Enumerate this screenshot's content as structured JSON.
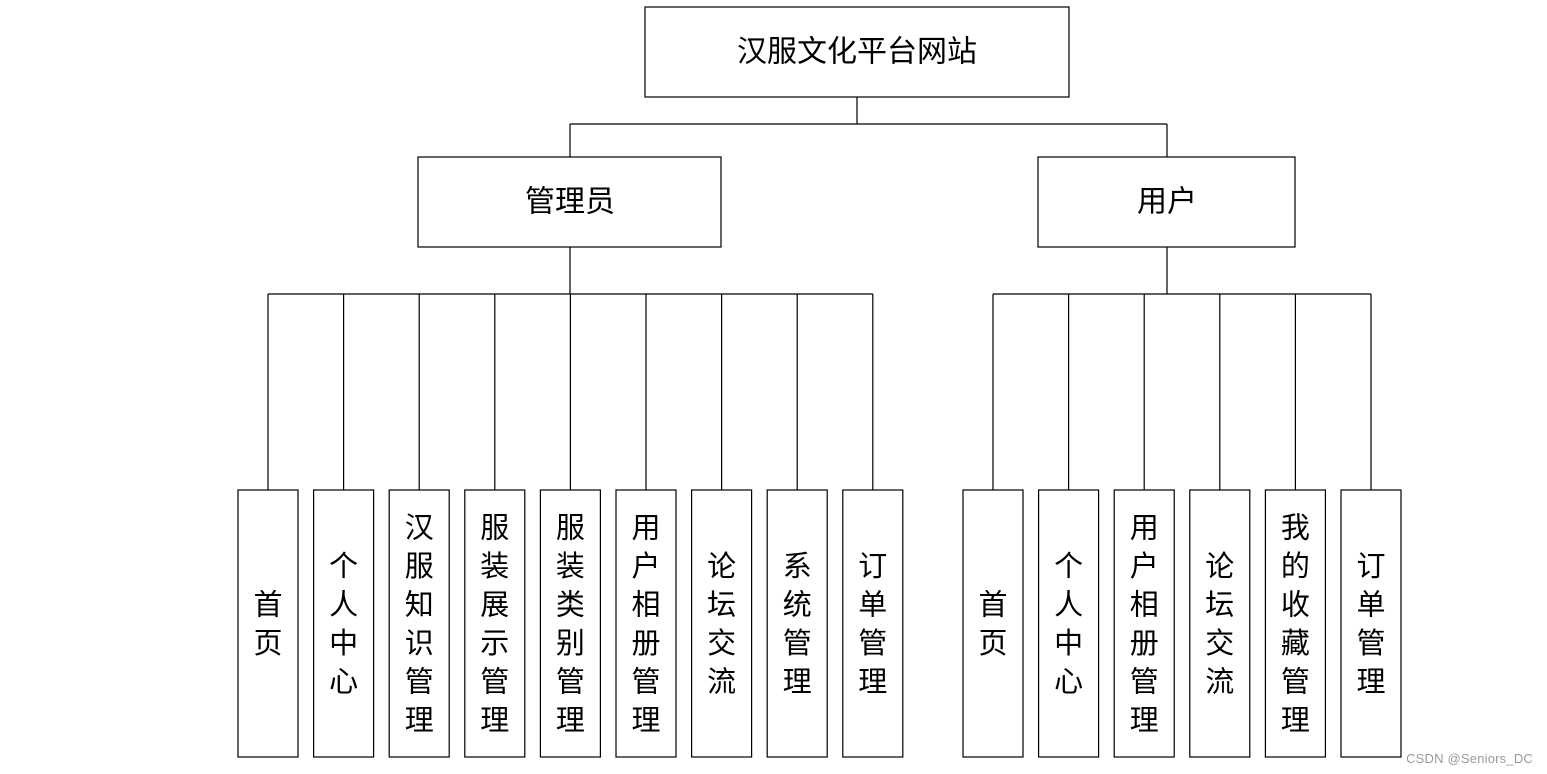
{
  "title": "汉服文化平台网站",
  "roles": [
    {
      "name": "管理员",
      "modules": [
        "首页",
        "个人中心",
        "汉服知识管理",
        "服装展示管理",
        "服装类别管理",
        "用户相册管理",
        "论坛交流",
        "系统管理",
        "订单管理"
      ]
    },
    {
      "name": "用户",
      "modules": [
        "首页",
        "个人中心",
        "用户相册管理",
        "论坛交流",
        "我的收藏管理",
        "订单管理"
      ]
    }
  ],
  "watermark": "CSDN @Seniors_DC",
  "colors": {
    "line": "#000000",
    "box_fill": "#ffffff",
    "watermark": "#9a9a9a"
  }
}
